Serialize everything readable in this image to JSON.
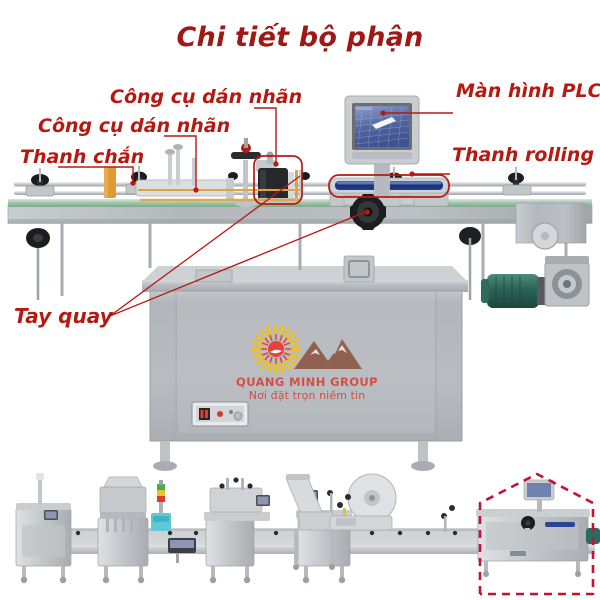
{
  "title": "Chi tiết bộ phận",
  "title_color": "#9e1915",
  "annotation_color": "#b51a12",
  "labels": [
    {
      "id": "cong-cu-dan-nhan-1",
      "text": "Công cụ dán nhãn"
    },
    {
      "id": "cong-cu-dan-nhan-2",
      "text": "Công cụ dán nhãn"
    },
    {
      "id": "thanh-chan",
      "text": "Thanh chắn"
    },
    {
      "id": "man-hinh-plc",
      "text": "Màn hình PLC"
    },
    {
      "id": "thanh-rolling",
      "text": "Thanh rolling"
    },
    {
      "id": "tay-quay",
      "text": "Tay quay"
    }
  ],
  "watermark": {
    "brand": "QUANG MINH GROUP",
    "tagline": "Nơi đặt trọn niềm tin",
    "gear_color": "#f2c211",
    "sun_color": "#e8392b",
    "mountain_color": "#8c5a45",
    "brand_color": "#d7453a"
  },
  "machine": {
    "body_color": "#b9bdc0",
    "panel_color": "#c6cacd",
    "rolling_bar_color": "#1c3f8f",
    "motor_color": "#2e6b5e",
    "plc_screen_color": "#5a6fa8",
    "bottle_color": "#e09a34"
  },
  "bottom_line": {
    "highlight_style": "red-dashed-callout",
    "highlight_color": "#c41230",
    "stations": 7
  }
}
